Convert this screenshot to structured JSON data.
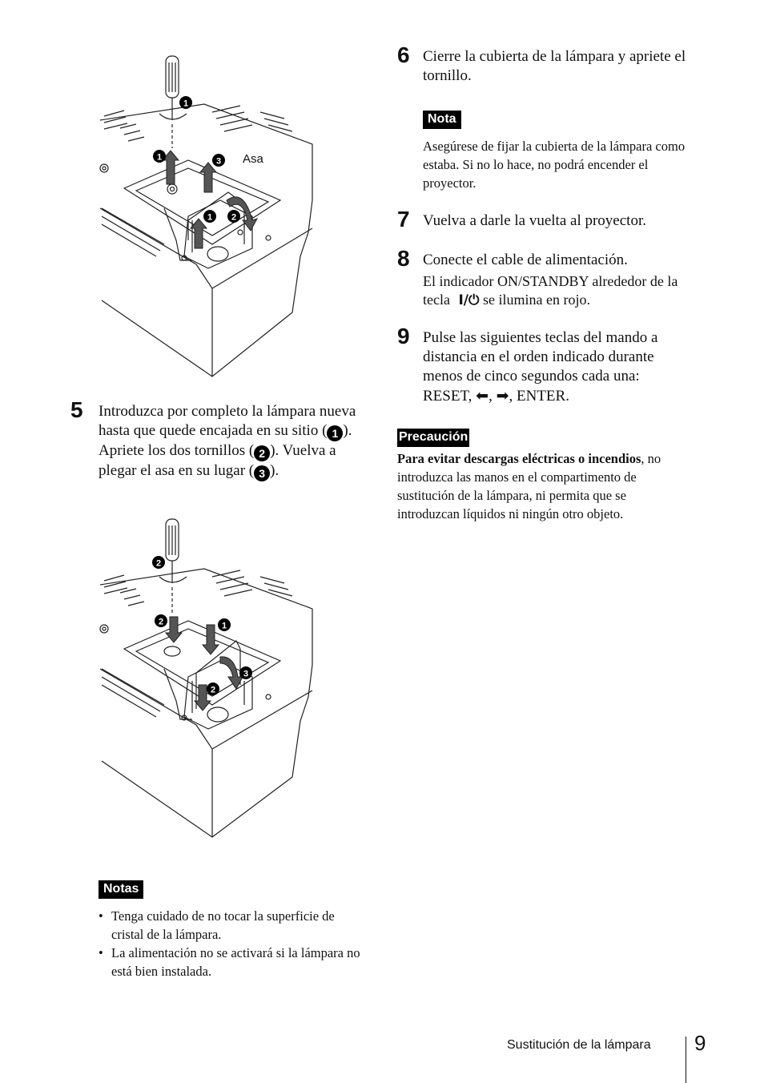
{
  "figure1": {
    "handle_label": "Asa",
    "callouts": [
      "1",
      "1",
      "3",
      "1",
      "2"
    ]
  },
  "step5": {
    "number": "5",
    "t1": "Introduzca por completo la lámpara nueva hasta que quede encajada en su sitio (",
    "c1": "1",
    "t2": "). Apriete los dos tornillos (",
    "c2": "2",
    "t3": "). Vuelva a plegar el asa en su lugar (",
    "c3": "3",
    "t4": ")."
  },
  "figure2": {
    "callouts": [
      "2",
      "2",
      "1",
      "3",
      "2"
    ]
  },
  "notas": {
    "label": "Notas",
    "items": [
      "Tenga cuidado de no tocar la superficie de cristal de la lámpara.",
      "La alimentación no se activará si la lámpara no está bien instalada."
    ]
  },
  "step6": {
    "number": "6",
    "text": "Cierre la cubierta de la lámpara y apriete el tornillo."
  },
  "nota": {
    "label": "Nota",
    "text": "Asegúrese de fijar la cubierta de la lámpara como estaba. Si no lo hace, no podrá encender el proyector."
  },
  "step7": {
    "number": "7",
    "text": "Vuelva a darle la vuelta al proyector."
  },
  "step8": {
    "number": "8",
    "text": "Conecte el cable de alimentación.",
    "sub1": "El indicador ON/STANDBY alrededor de la tecla",
    "key_symbol": "I/⏻",
    "sub2": "se ilumina en rojo."
  },
  "step9": {
    "number": "9",
    "text": "Pulse las siguientes teclas del mando a distancia en el orden indicado durante menos de cinco segundos cada una:",
    "reset": "RESET,",
    "left_arrow": "⬅",
    "comma": ",",
    "right_arrow": "➡",
    "enter": ", ENTER."
  },
  "precaucion": {
    "label": "Precaución",
    "bold": "Para evitar descargas eléctricas o incendios",
    "text": ", no introduzca las manos en el compartimento de sustitución de la lámpara, ni permita que se introduzcan líquidos ni ningún otro objeto."
  },
  "footer": {
    "section": "Sustitución de la lámpara",
    "page": "9"
  }
}
